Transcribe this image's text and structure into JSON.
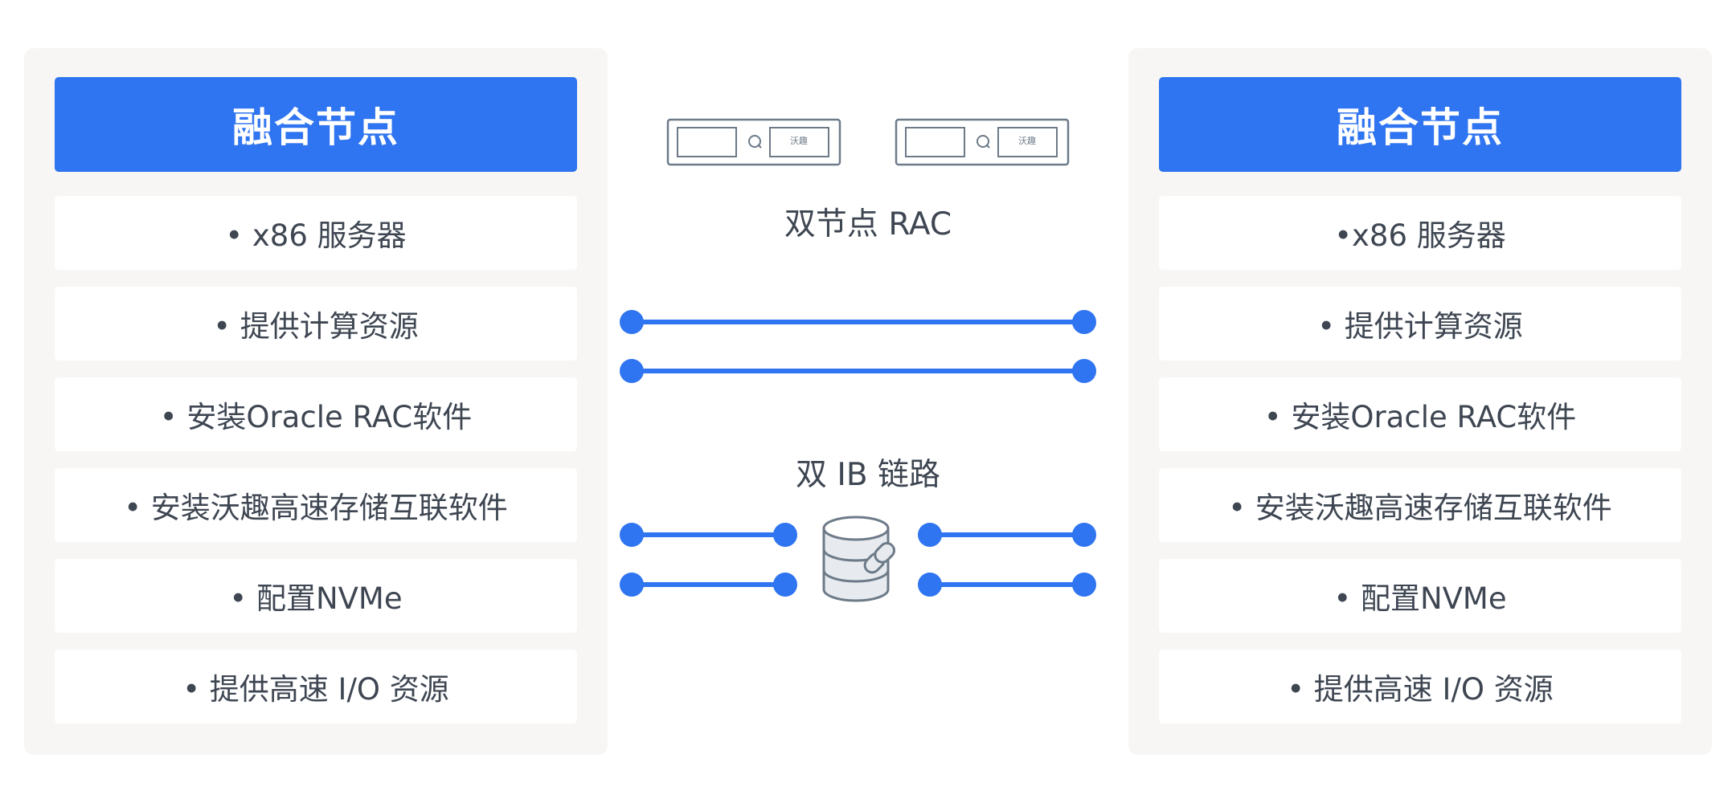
{
  "left_panel": {
    "title": "融合节点",
    "items": [
      "• x86 服务器",
      "• 提供计算资源",
      "• 安装Oracle RAC软件",
      "• 安装沃趣高速存储互联软件",
      "• 配置NVMe",
      "• 提供高速 I/O 资源"
    ]
  },
  "right_panel": {
    "title": "融合节点",
    "items": [
      "•x86 服务器",
      "• 提供计算资源",
      "• 安装Oracle RAC软件",
      "• 安装沃趣高速存储互联软件",
      "• 配置NVMe",
      "• 提供高速 I/O 资源"
    ]
  },
  "center": {
    "rac_label": "双节点 RAC",
    "ib_label": "双 IB 链路",
    "server_brand": "沃趣"
  },
  "colors": {
    "accent": "#2f74f0",
    "panel_bg": "#f7f6f4",
    "text": "#3e4652",
    "server_stroke": "#6d7a88"
  },
  "icons": [
    "server-unit-icon",
    "database-link-icon"
  ]
}
